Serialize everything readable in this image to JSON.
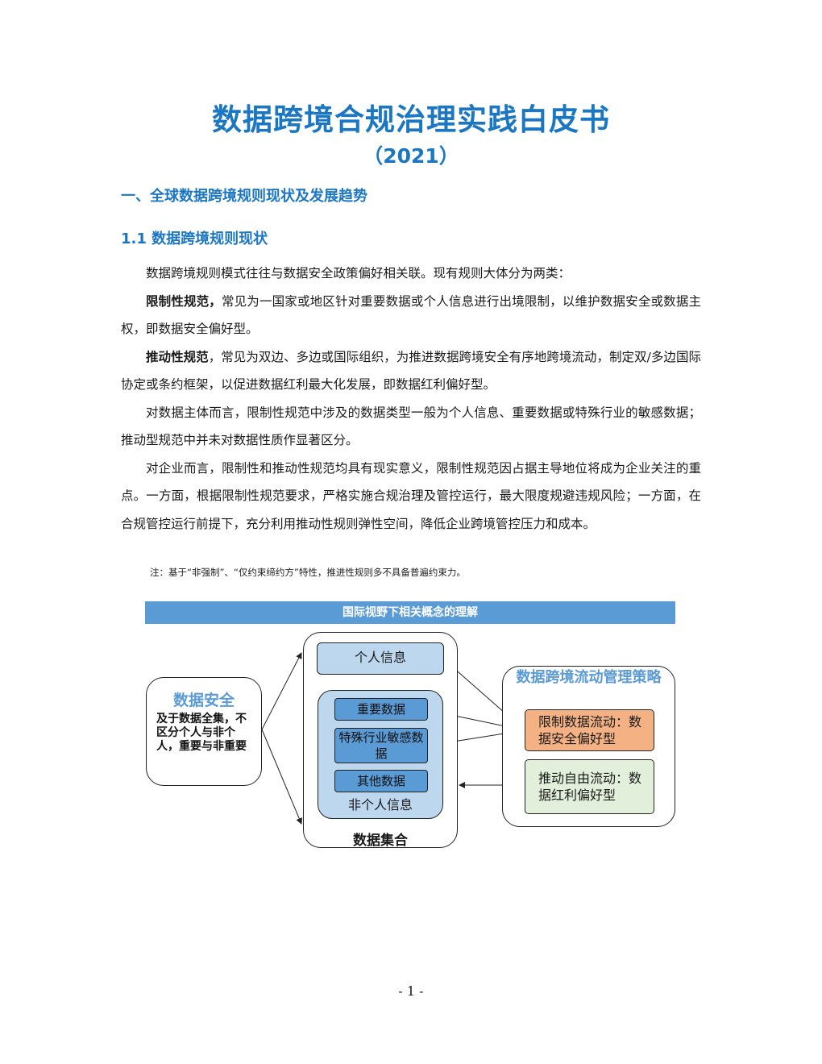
{
  "document": {
    "title": "数据跨境合规治理实践白皮书",
    "year": "（2021）",
    "section_heading": "一、全球数据跨境规则现状及发展趋势",
    "subsection_heading": "1.1 数据跨境规则现状",
    "para_intro": "数据跨境规则模式往往与数据安全政策偏好相关联。现有规则大体分为两类：",
    "para_restrict_term": "限制性规范，",
    "para_restrict_text": "常见为一国家或地区针对重要数据或个人信息进行出境限制，以维护数据安全或数据主权，即数据安全偏好型。",
    "para_promote_term": "推动性规范",
    "para_promote_text": "，常见为双边、多边或国际组织，为推进数据跨境安全有序地跨境流动，制定双/多边国际协定或条约框架，以促进数据红利最大化发展，即数据红利偏好型。",
    "para_subject": "对数据主体而言，限制性规范中涉及的数据类型一般为个人信息、重要数据或特殊行业的敏感数据；推动型规范中并未对数据性质作显著区分。",
    "para_enterprise": "对企业而言，限制性和推动性规范均具有现实意义，限制性规范因占据主导地位将成为企业关注的重点。一方面，根据限制性规范要求，严格实施合规治理及管控运行，最大限度规避违规风险；一方面，在合规管控运行前提下，充分利用推动性规则弹性空间，降低企业跨境管控压力和成本。",
    "note": "注：基于“非强制”、“仅约束缔约方”特性，推进性规则多不具备普遍约束力。",
    "page_number": "- 1 -"
  },
  "diagram": {
    "banner": "国际视野下相关概念的理解",
    "security_title": "数据安全",
    "security_desc": "及于数据全集，不区分个人与非个人，重要与非重要",
    "dataset_label": "数据集合",
    "personal_info": "个人信息",
    "important_data": "重要数据",
    "special_sensitive": "特殊行业敏感数据",
    "other_data": "其他数据",
    "non_personal": "非个人信息",
    "strategy_title": "数据跨境流动管理策略",
    "restrict_flow": "限制数据流动：数据安全偏好型",
    "promote_flow": "推动自由流动：数据红利偏好型",
    "colors": {
      "heading_blue": "#1c77c3",
      "banner_blue": "#5b9bd5",
      "light_blue": "#bdd7ee",
      "orange": "#f4b183",
      "light_green": "#e2efda"
    }
  }
}
